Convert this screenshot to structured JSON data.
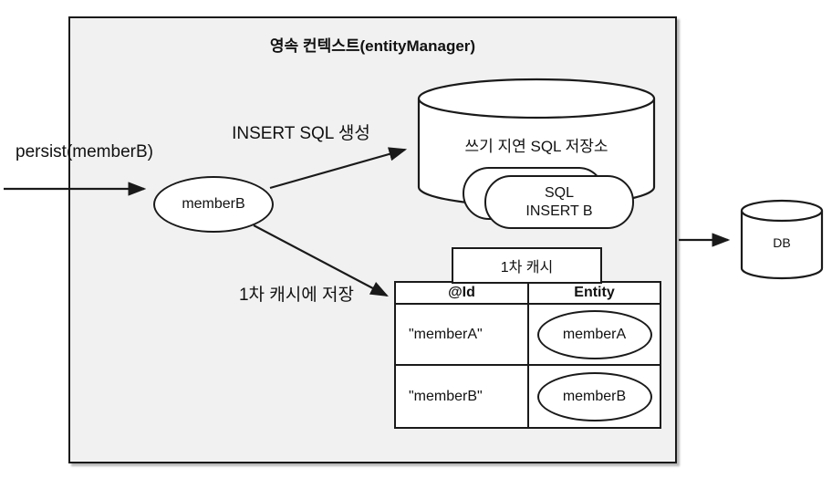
{
  "diagram": {
    "container_title": "영속 컨텍스트(entityManager)",
    "persist_label": "persist(memberB)",
    "entity_ellipse": "memberB",
    "insert_sql_label": "INSERT SQL 생성",
    "cache_save_label": "1차 캐시에 저장",
    "sql_store": {
      "title": "쓰기 지연 SQL 저장소",
      "sql_card_line1": "SQL",
      "sql_card_line2": "INSERT B"
    },
    "cache_table": {
      "tab_label": "1차 캐시",
      "columns": [
        "@Id",
        "Entity"
      ],
      "rows": [
        {
          "id": "\"memberA\"",
          "entity": "memberA"
        },
        {
          "id": "\"memberB\"",
          "entity": "memberB"
        }
      ]
    },
    "db_label": "DB",
    "colors": {
      "box_fill": "#f1f1f1",
      "stroke": "#1a1a1a",
      "shape_fill": "#ffffff"
    }
  }
}
